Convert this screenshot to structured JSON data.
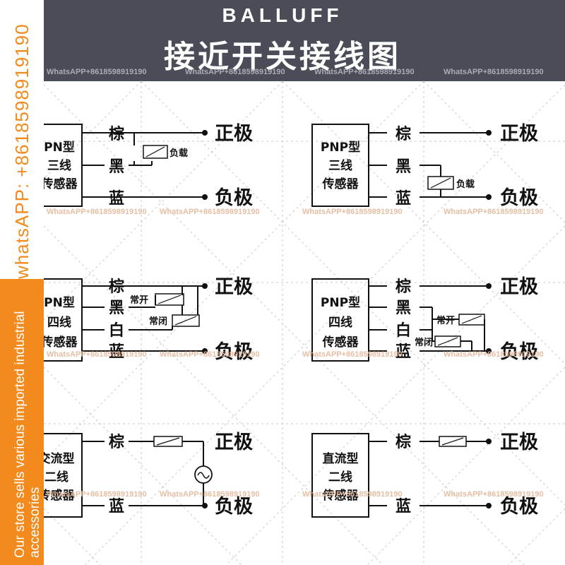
{
  "header": {
    "brand": "BALLUFF",
    "title": "接近开关接线图"
  },
  "sidebar": {
    "phone_text": "whatsAPP: +8618598919190",
    "store_text": "Our store sells various imported industrial accessories",
    "accent_color": "#f28a1d"
  },
  "watermark": "WhatsAPP+8618598919190",
  "labels": {
    "brown": "棕",
    "black": "黑",
    "white": "白",
    "blue": "蓝",
    "positive": "正极",
    "negative": "负极",
    "load": "负载",
    "normally_open": "常开",
    "normally_closed": "常闭"
  },
  "diagrams": {
    "npn_3wire": {
      "lines": [
        "PN型",
        "三线",
        "传感器"
      ]
    },
    "pnp_3wire": {
      "lines": [
        "PNP型",
        "三线",
        "传感器"
      ]
    },
    "npn_4wire": {
      "lines": [
        "PN型",
        "四线",
        "传感器"
      ]
    },
    "pnp_4wire": {
      "lines": [
        "PNP型",
        "四线",
        "传感器"
      ]
    },
    "ac_2wire": {
      "lines": [
        "交流型",
        "二线",
        "传感器"
      ]
    },
    "dc_2wire": {
      "lines": [
        "直流型",
        "二线",
        "传感器"
      ]
    }
  }
}
